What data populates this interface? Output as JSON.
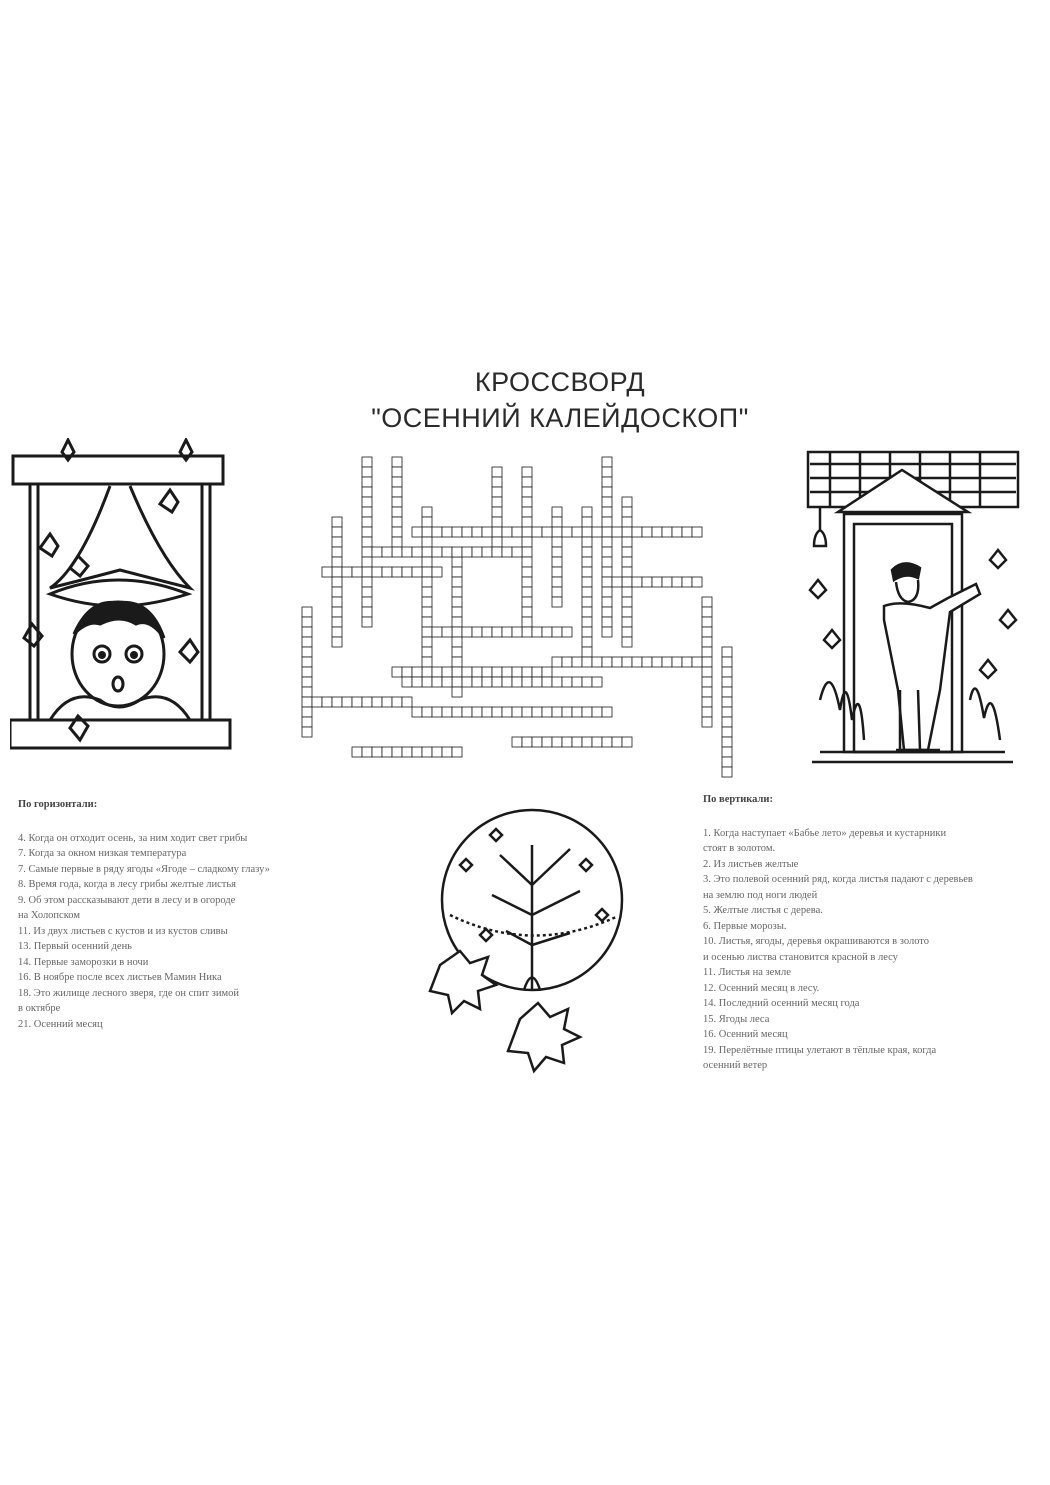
{
  "header": {
    "title_line1": "КРОССВОРД",
    "title_line2": "\"ОСЕННИЙ КАЛЕЙДОСКОП\""
  },
  "illustrations": {
    "left": "boy-at-window-illustration",
    "right": "man-at-door-illustration",
    "bottom": "autumn-tree-circle-illustration"
  },
  "clues_across": {
    "heading": "По горизонтали:",
    "items": [
      "4. Когда он отходит осень, за ним ходит свет грибы",
      "7. Когда за окном низкая температура",
      "7. Самые первые в ряду ягоды «Ягоде – сладкому глазу»",
      "8. Время года, когда в лесу грибы желтые листья",
      "9. Об этом рассказывают дети в лесу и в огороде",
      "на Холопском",
      "11. Из двух листьев с кустов и из кустов сливы",
      "13. Первый осенний день",
      "14. Первые заморозки в ночи",
      "16. В ноябре после всех листьев Мамин Ника",
      "18. Это жилище лесного зверя, где он спит зимой",
      "в октябре",
      "21. Осенний месяц"
    ]
  },
  "clues_down": {
    "heading": "По вертикали:",
    "items": [
      "1. Когда наступает «Бабье лето» деревья и кустарники",
      "стоят в золотом.",
      "2. Из листьев желтые",
      "3. Это полевой осенний ряд, когда листья падают с деревьев",
      "на землю под ноги людей",
      "5. Желтые листья с дерева.",
      "6. Первые морозы.",
      "10. Листья, ягоды, деревья окрашиваются в золото",
      "и осенью листва становится красной в лесу",
      "11. Листья на земле",
      "12. Осенний месяц в лесу.",
      "14. Последний осенний месяц года",
      "15. Ягоды леса",
      "16. Осенний месяц",
      "19. Перелётные птицы улетают в тёплые края, когда",
      "осенний ветер"
    ]
  },
  "crossword": {
    "cell_size": 10,
    "vertical_words": [
      [
        0,
        16,
        13
      ],
      [
        3,
        7,
        13
      ],
      [
        6,
        1,
        17
      ],
      [
        9,
        1,
        10
      ],
      [
        12,
        6,
        18
      ],
      [
        15,
        11,
        14
      ],
      [
        19,
        2,
        8
      ],
      [
        22,
        2,
        17
      ],
      [
        25,
        6,
        10
      ],
      [
        28,
        6,
        15
      ],
      [
        30,
        1,
        18
      ],
      [
        32,
        5,
        15
      ],
      [
        40,
        15,
        13
      ],
      [
        42,
        20,
        13
      ]
    ],
    "horizontal_words": [
      [
        8,
        11,
        16
      ],
      [
        8,
        27,
        5
      ],
      [
        8,
        29,
        11
      ],
      [
        10,
        7,
        16
      ],
      [
        12,
        2,
        12
      ],
      [
        13,
        30,
        10
      ],
      [
        18,
        12,
        15
      ],
      [
        22,
        9,
        16
      ],
      [
        21,
        25,
        15
      ],
      [
        23,
        10,
        20
      ],
      [
        25,
        1,
        10
      ],
      [
        26,
        11,
        20
      ],
      [
        29,
        21,
        12
      ],
      [
        30,
        5,
        11
      ]
    ]
  },
  "colors": {
    "ink": "#1a1a1a",
    "text": "#666666"
  }
}
